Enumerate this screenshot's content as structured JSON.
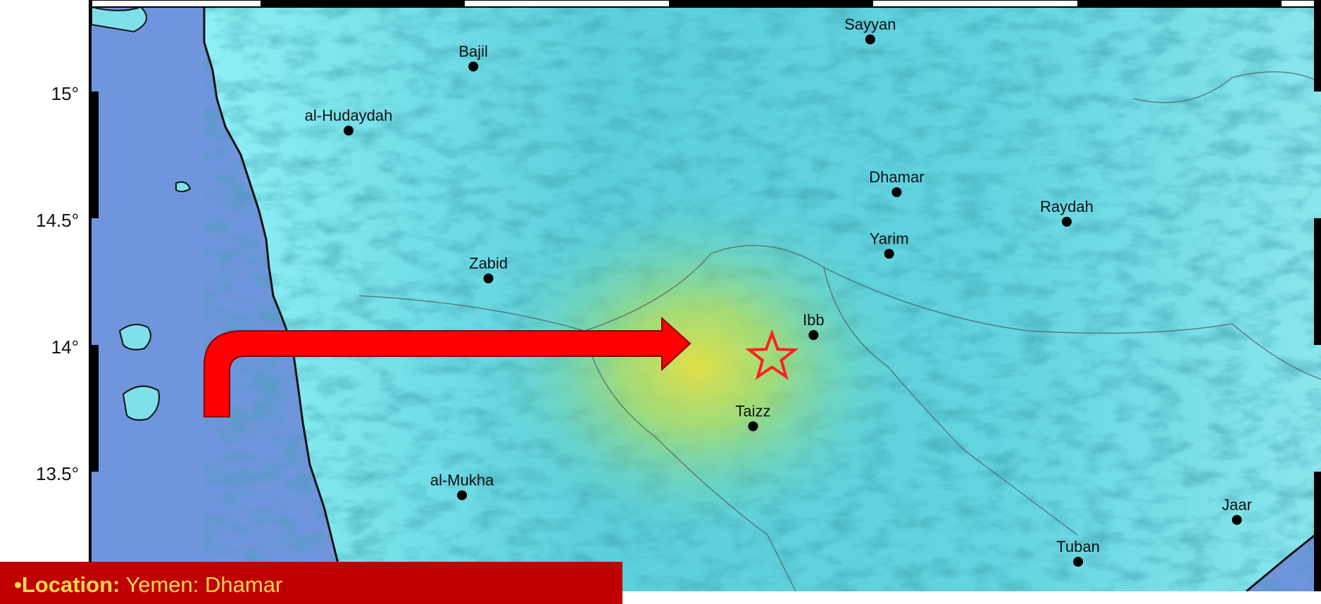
{
  "axis": {
    "latitude_ticks": [
      "15°",
      "14.5°",
      "14°",
      "13.5°"
    ]
  },
  "places": [
    {
      "name": "Sayyan",
      "lon": 44.33,
      "lat": 15.17
    },
    {
      "name": "Bajil",
      "lon": 43.28,
      "lat": 15.06
    },
    {
      "name": "al-Hudaydah",
      "lon": 42.95,
      "lat": 14.8
    },
    {
      "name": "Dhamar",
      "lon": 44.4,
      "lat": 14.55
    },
    {
      "name": "Raydah",
      "lon": 44.85,
      "lat": 14.43
    },
    {
      "name": "Yarim",
      "lon": 44.38,
      "lat": 14.3
    },
    {
      "name": "Zabid",
      "lon": 43.32,
      "lat": 14.2
    },
    {
      "name": "Ibb",
      "lon": 44.18,
      "lat": 13.97
    },
    {
      "name": "Taizz",
      "lon": 44.02,
      "lat": 13.6
    },
    {
      "name": "al-Mukha",
      "lon": 43.25,
      "lat": 13.32
    },
    {
      "name": "Jaar",
      "lon": 45.3,
      "lat": 13.22
    },
    {
      "name": "Tuban",
      "lon": 44.88,
      "lat": 13.05
    }
  ],
  "epicenter": {
    "lon": 44.07,
    "lat": 13.88,
    "color": "#ff2020"
  },
  "arrow": {
    "color": "#ff0000"
  },
  "colors": {
    "sea": "#6f95dd",
    "land_low": "#7fe9f2",
    "land_mid": "#3bb7c6",
    "shaking_high": "#e3e84a"
  },
  "info": {
    "location_key": "•Location:",
    "location_value": " Yemen: Dhamar"
  }
}
